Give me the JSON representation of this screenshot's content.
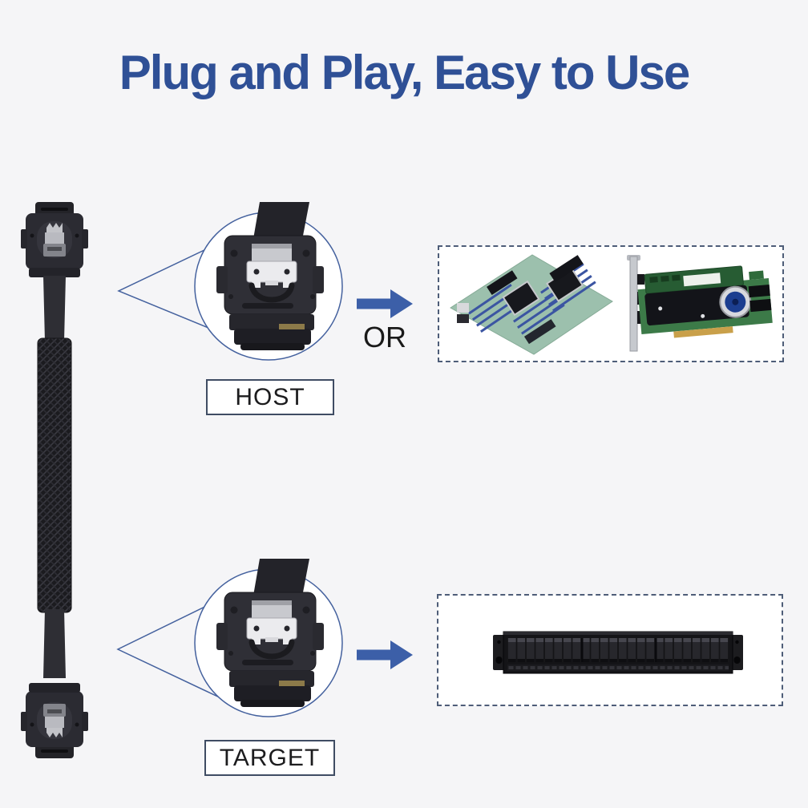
{
  "title": "Plug and Play, Easy to Use",
  "or_label": "OR",
  "host": {
    "label": "HOST"
  },
  "target": {
    "label": "TARGET"
  },
  "colors": {
    "background": "#f5f5f7",
    "title-blue": "#2f5096",
    "arrow-blue": "#3c5fa8",
    "callout-stroke": "#44619e",
    "dashed-border": "#4e5d78",
    "label-border": "#3f4c63",
    "text-dark": "#1a1a1a"
  },
  "icons": {
    "cable": "mini-sas-cable",
    "closeup": "sas-connector-closeup-circle",
    "arrow": "right-arrow-icon",
    "host_devices": [
      "server-motherboard",
      "raid-controller-card"
    ],
    "target_device": "disk-array-enclosure"
  }
}
